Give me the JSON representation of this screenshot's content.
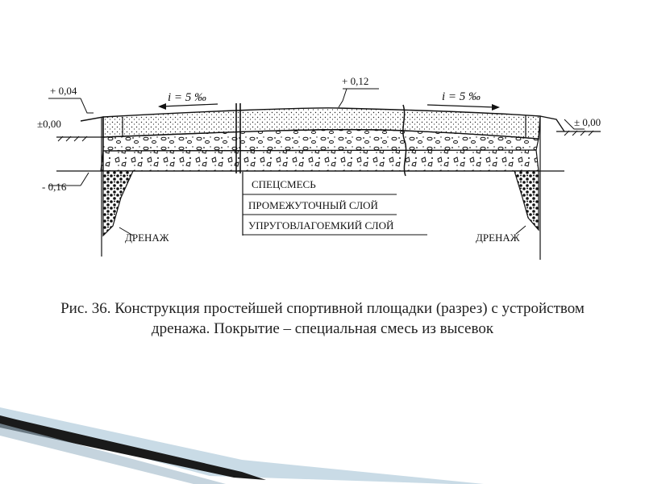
{
  "diagram": {
    "elevations": {
      "left_top": "+ 0,04",
      "left_zero": "±0,00",
      "left_bottom": "- 0,16",
      "center_top": "+ 0,12",
      "right_zero": "± 0,00"
    },
    "slopes": {
      "left": "i = 5 ‰",
      "right": "i = 5 ‰"
    },
    "layers": [
      {
        "label": "СПЕЦСМЕСЬ"
      },
      {
        "label": "ПРОМЕЖУТОЧНЫЙ СЛОЙ"
      },
      {
        "label": "УПРУГОВЛАГОЕМКИЙ СЛОЙ"
      }
    ],
    "drain_left": "ДРЕНАЖ",
    "drain_right": "ДРЕНАЖ"
  },
  "caption": {
    "line1": "Рис. 36. Конструкция простейшей спортивной площадки (разрез) с устройством",
    "line2": "дренажа. Покрытие – специальная смесь из высевок"
  },
  "colors": {
    "ink": "#111111",
    "deco_dark": "#1a1a1a",
    "deco_light": "#9fb8c8"
  }
}
